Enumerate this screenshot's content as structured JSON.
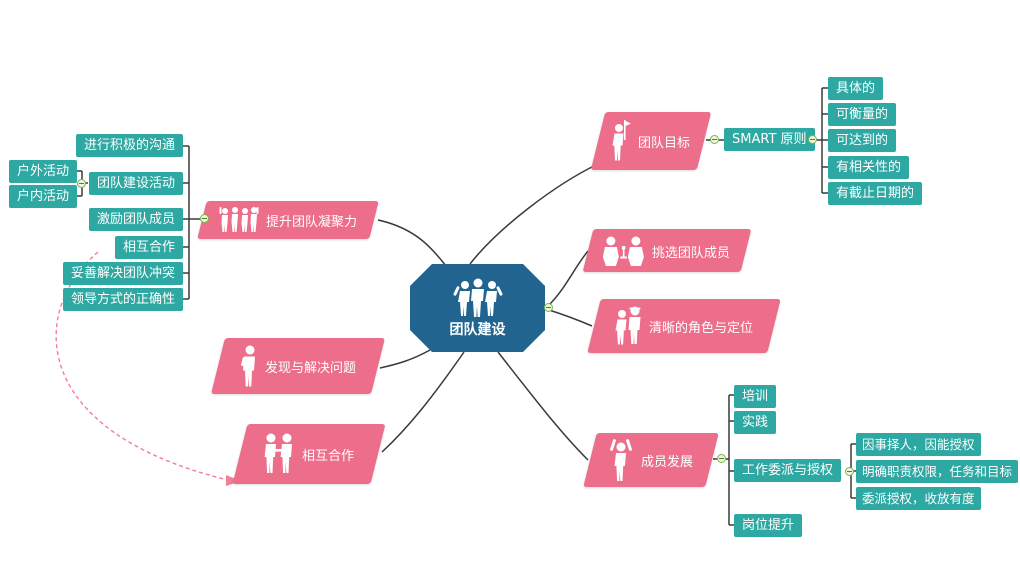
{
  "app": {
    "type": "mind-map",
    "background": "#ffffff"
  },
  "colors": {
    "branch_pink": "#ec6e8a",
    "item_teal": "#2ea8a3",
    "root_blue": "#20648f",
    "connector_line": "#3a3a3a",
    "relation_link": "#ef8095",
    "toggle_green": "#7cb54b"
  },
  "root": {
    "label": "团队建设",
    "icon": "team-group-icon"
  },
  "branches": {
    "cohesion": {
      "label": "提升团队凝聚力",
      "icon": "jumping-team-icon",
      "items": [
        "进行积极的沟通",
        "团队建设活动",
        "激励团队成员",
        "相互合作",
        "妥善解决团队冲突",
        "领导方式的正确性"
      ],
      "activity_types": [
        "户外活动",
        "户内活动"
      ]
    },
    "goal": {
      "label": "团队目标",
      "icon": "flag-person-icon",
      "smart": {
        "label": "SMART 原则",
        "items": [
          "具体的",
          "可衡量的",
          "可达到的",
          "有相关性的",
          "有截止日期的"
        ]
      }
    },
    "select": {
      "label": "挑选团队成员",
      "icon": "people-table-icon"
    },
    "role": {
      "label": "清晰的角色与定位",
      "icon": "two-people-icon"
    },
    "develop": {
      "label": "成员发展",
      "icon": "arms-up-person-icon",
      "items": [
        "培训",
        "实践",
        "工作委派与授权",
        "岗位提升"
      ],
      "delegation": [
        "因事择人，因能授权",
        "明确职责权限，任务和目标",
        "委派授权，收放有度"
      ]
    },
    "problem": {
      "label": "发现与解决问题",
      "icon": "thinking-person-icon"
    },
    "cooperation": {
      "label": "相互合作",
      "icon": "handshake-people-icon"
    }
  }
}
